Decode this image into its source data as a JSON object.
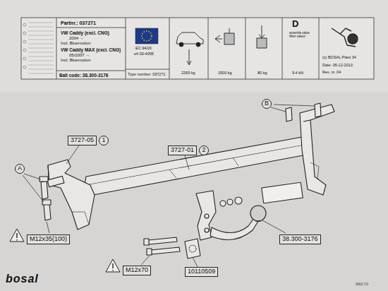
{
  "diagram": {
    "nodes": [
      {
        "text": [
          "3727-05"
        ]
      },
      {
        "text": [
          "1"
        ]
      },
      {
        "text": [
          "3727-01"
        ]
      },
      {
        "text": [
          "2"
        ]
      },
      {
        "text": [
          "A"
        ]
      },
      {
        "text": [
          "B"
        ]
      },
      {
        "text": [
          "M12x35(100)"
        ]
      },
      {
        "text": [
          "M12x70"
        ]
      },
      {
        "text": [
          "10110509"
        ]
      },
      {
        "text": [
          "38.300-3176"
        ]
      }
    ],
    "labels": [
      "Partnr.: 037271",
      "VW Caddy (excl. CNG)",
      "2004 →",
      "Incl. Bluemotion",
      "VW Caddy MAX (excl. CNG)",
      "05/2007 →",
      "Incl. Bluemotion",
      "Ball code: 38.300-3176",
      "EC 94/20",
      "e4 00-4095",
      "Type number: 037271",
      "2265 kg",
      "1500 kg",
      "80 kg",
      "D",
      "essentia value Wert valeur",
      "9.4 kN",
      "(c) BOSAL Plant 34",
      "Date: 06-12-2013",
      "Rev. nr. 04",
      "bosal",
      "aaz.ro"
    ]
  }
}
